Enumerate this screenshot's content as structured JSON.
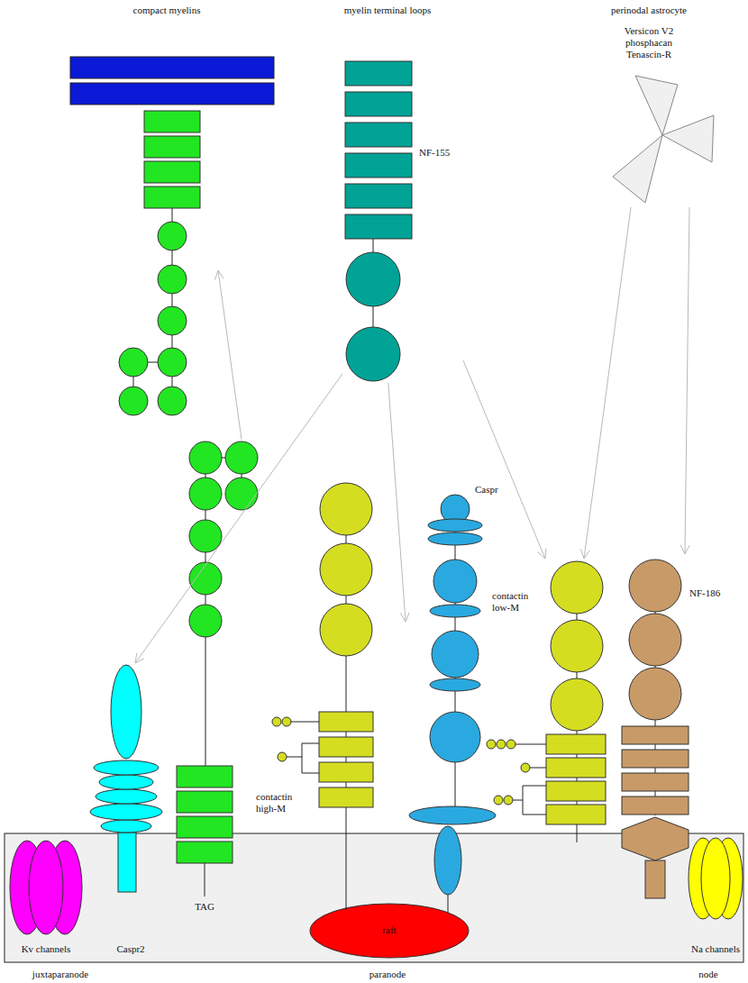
{
  "diagram": {
    "nodes": [
      {
        "text": [
          "compact myelins"
        ]
      },
      {
        "text": [
          "myelin terminal loops",
          "NF-155"
        ]
      },
      {
        "text": [
          "perinodal astrocyte",
          "Versicon V2 phosphacan Tenascin-R"
        ]
      },
      {
        "text": [
          "TAG"
        ]
      },
      {
        "text": [
          "Caspr2"
        ]
      },
      {
        "text": [
          "contactin high-M"
        ]
      },
      {
        "text": [
          "Caspr"
        ]
      },
      {
        "text": [
          "raft"
        ]
      },
      {
        "text": [
          "contactin low-M"
        ]
      },
      {
        "text": [
          "NF-186"
        ]
      },
      {
        "text": [
          "Kv channels"
        ]
      },
      {
        "text": [
          "Na channels"
        ]
      }
    ],
    "edges": [
      {
        "from": 3,
        "to": 0,
        "arrow": "to"
      },
      {
        "from": 1,
        "to": 4,
        "arrow": "to"
      },
      {
        "from": 1,
        "to": 6,
        "arrow": "to"
      },
      {
        "from": 1,
        "to": 8,
        "arrow": "to"
      },
      {
        "from": 2,
        "to": 8,
        "arrow": "to"
      },
      {
        "from": 2,
        "to": 9,
        "arrow": "to"
      }
    ],
    "labels": [
      "juxtaparanode",
      "paranode",
      "node"
    ]
  }
}
